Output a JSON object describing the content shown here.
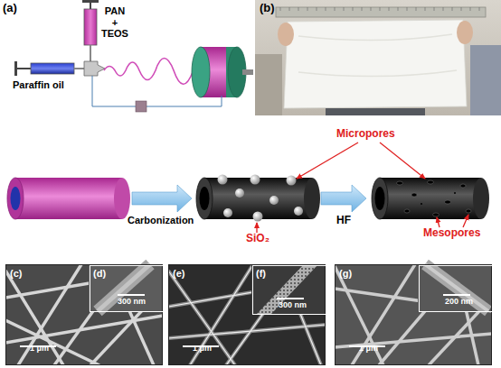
{
  "diagram": {
    "nodes": [
      {
        "text": [
          "(c)",
          "1 μm"
        ]
      },
      {
        "text": [
          "(d)",
          "300 nm"
        ],
        "in": 0
      },
      {
        "text": [
          "(e)",
          "1 μm"
        ]
      },
      {
        "text": [
          "(f)",
          "300 nm"
        ],
        "in": 2
      },
      {
        "text": [
          "(g)",
          "1 μm"
        ]
      },
      {
        "text": [
          "200 nm"
        ],
        "in": 4
      }
    ],
    "labels": [
      "(a)",
      "PAN + TEOS",
      "Paraffin oil",
      "(b)",
      "Micropores",
      "Carbonization",
      "SiO₂",
      "HF",
      "Mesopores"
    ]
  }
}
